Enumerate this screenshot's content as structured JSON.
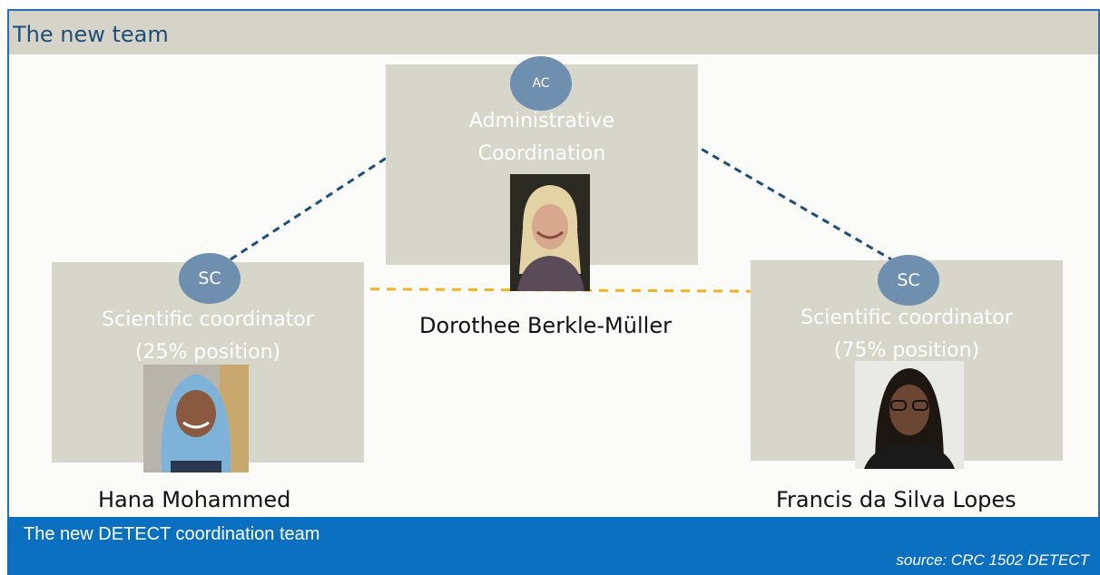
{
  "slide": {
    "title": "The new team",
    "footer": "The new DETECT coordination team",
    "source": "source: CRC 1502 DETECT"
  },
  "roles": {
    "admin": {
      "badge": "AC",
      "line1": "Administrative",
      "line2": "Coordination",
      "person": "Dorothee Berkle-Müller",
      "photo_icon": "person-photo-icon"
    },
    "sci_left": {
      "badge": "SC",
      "line1": "Scientific coordinator",
      "line2": "(25% position)",
      "person": "Hana Mohammed",
      "photo_icon": "person-photo-icon"
    },
    "sci_right": {
      "badge": "SC",
      "line1": "Scientific coordinator",
      "line2": "(75% position)",
      "person": "Francis da Silva Lopes",
      "photo_icon": "person-photo-icon"
    }
  },
  "colors": {
    "title_text": "#1f4e79",
    "box": "#d7d6cb",
    "badge": "#6f8fae",
    "admin_links": "#1f4e79",
    "sci_link": "#f0b323",
    "footer": "#0b6fc0"
  }
}
